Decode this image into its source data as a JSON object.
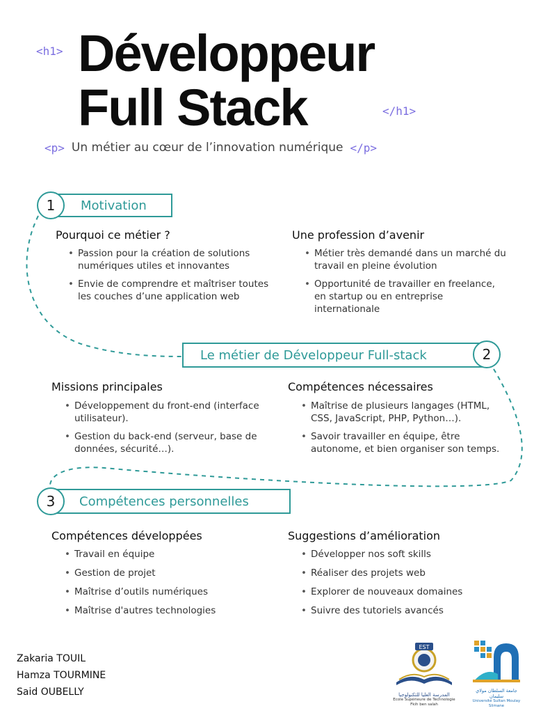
{
  "header": {
    "open_h1": "<h1>",
    "title_line1": "Développeur",
    "title_line2": "Full Stack",
    "close_h1": "</h1>",
    "open_p": "<p>",
    "subtitle": "Un métier au cœur de l’innovation numérique",
    "close_p": "</p>"
  },
  "sections": [
    {
      "number": "1",
      "title": "Motivation",
      "columns": [
        {
          "heading": "Pourquoi ce métier ?",
          "items": [
            "Passion pour la création de solutions numériques utiles et innovantes",
            "Envie de comprendre et maîtriser toutes les couches d’une application web"
          ]
        },
        {
          "heading": "Une profession d’avenir",
          "items": [
            "Métier très demandé dans un marché du travail en pleine évolution",
            "Opportunité de travailler en freelance, en startup ou en entreprise internationale"
          ]
        }
      ]
    },
    {
      "number": "2",
      "title": "Le métier de Développeur Full-stack",
      "columns": [
        {
          "heading": "Missions principales",
          "items": [
            "Développement du front-end (interface utilisateur).",
            "Gestion du back-end (serveur, base de données, sécurité…)."
          ]
        },
        {
          "heading": "Compétences nécessaires",
          "items": [
            "Maîtrise de plusieurs langages (HTML, CSS, JavaScript, PHP, Python…).",
            "Savoir travailler en équipe, être autonome, et bien organiser son temps."
          ]
        }
      ]
    },
    {
      "number": "3",
      "title": "Compétences personnelles",
      "columns": [
        {
          "heading": "Compétences développées",
          "items": [
            "Travail en équipe",
            "Gestion de projet",
            "Maîtrise d’outils numériques",
            "Maîtrise d'autres technologies"
          ]
        },
        {
          "heading": "Suggestions d’amélioration",
          "items": [
            "Développer nos soft skills",
            "Réaliser des projets web",
            "Explorer de nouveaux domaines",
            "Suivre des tutoriels avancés"
          ]
        }
      ]
    }
  ],
  "authors": [
    "Zakaria TOUIL",
    "Hamza TOURMINE",
    "Said OUBELLY"
  ],
  "logos": {
    "est_badge": "EST",
    "est_name_ar": "المدرسة العليا للتكنولوجيا",
    "est_name_fr": "Ecole Supérieure de Technologie",
    "est_city": "Fkih ben salah",
    "usms_name_ar": "جامعة السلطان مولاي سليمان",
    "usms_name_fr": "Université Sultan Moulay Slimane"
  },
  "colors": {
    "accent": "#2f9a98",
    "tag": "#7b6ee0",
    "text": "#1a1a1a"
  }
}
